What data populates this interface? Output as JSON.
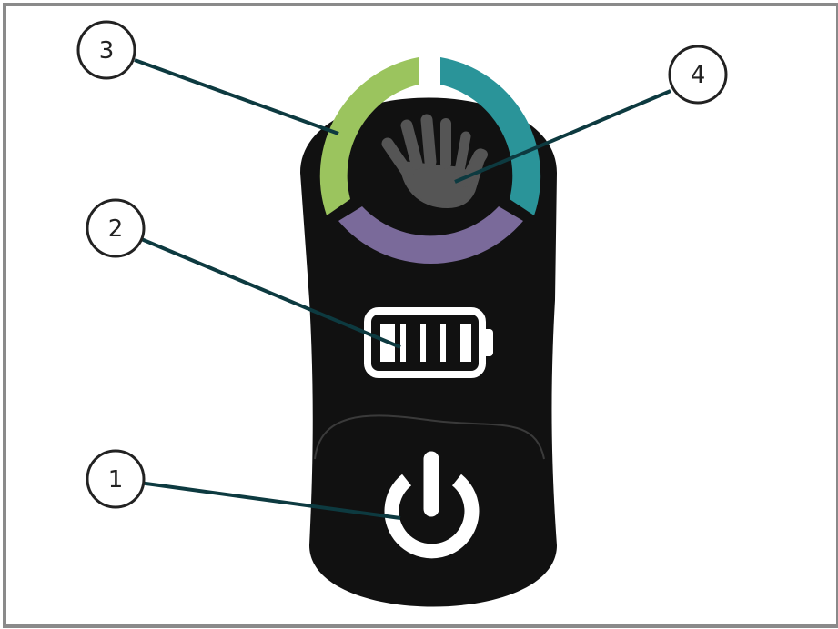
{
  "colors": {
    "frame_border": "#8a8a8a",
    "device_body": "#111111",
    "ring_green": "#9bc45e",
    "ring_teal": "#2a9499",
    "ring_purple": "#7a6a9a",
    "hand_icon": "#555555",
    "leader_line": "#0d3a40",
    "icon_white": "#ffffff"
  },
  "icons": {
    "hand": "hand-icon",
    "battery": "battery-icon",
    "power": "power-icon"
  },
  "battery_level_bars": 4,
  "callouts": [
    {
      "label": "1",
      "refers_to": "power-button"
    },
    {
      "label": "2",
      "refers_to": "battery-indicator"
    },
    {
      "label": "3",
      "refers_to": "color-status-ring"
    },
    {
      "label": "4",
      "refers_to": "hand-sensor"
    }
  ]
}
